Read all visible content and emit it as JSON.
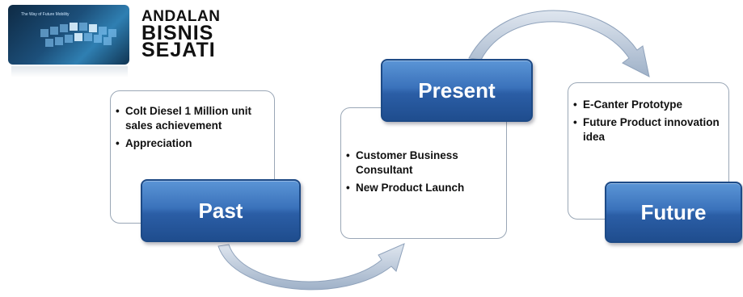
{
  "logo": {
    "small_text": "The Way of Future Mobility",
    "brand_lines": [
      "ANDALAN",
      "BISNIS",
      "SEJATI"
    ]
  },
  "stages": [
    {
      "label": "Past",
      "bullets": [
        "Colt Diesel 1 Million unit sales achievement",
        "Appreciation"
      ]
    },
    {
      "label": "Present",
      "bullets": [
        "Customer Business Consultant",
        "New Product Launch"
      ]
    },
    {
      "label": "Future",
      "bullets": [
        "E-Canter Prototype",
        "Future Product innovation idea"
      ]
    }
  ],
  "colors": {
    "stage_fill": "#2f64ad",
    "arrow_fill": "#b8c6d9",
    "card_border": "#9aa7b6"
  }
}
